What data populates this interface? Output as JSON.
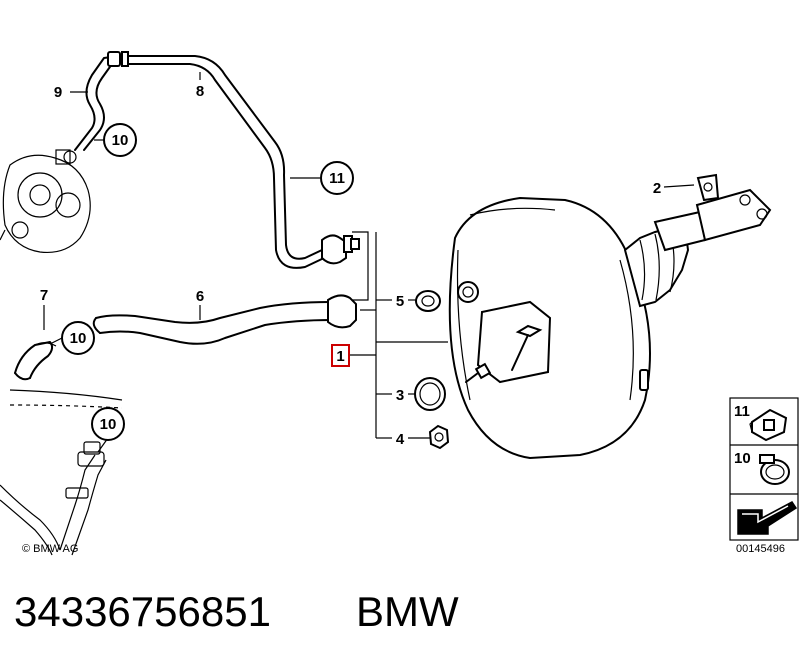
{
  "callouts": {
    "c1": "1",
    "c2": "2",
    "c3": "3",
    "c4": "4",
    "c5": "5",
    "c6": "6",
    "c7": "7",
    "c8": "8",
    "c9": "9",
    "c10a": "10",
    "c10b": "10",
    "c10c": "10",
    "c11": "11"
  },
  "legend": {
    "item1": "11",
    "item2": "10"
  },
  "copyright": "© BMW AG",
  "diagram_code": "00145496",
  "part_number": "34336756851",
  "brand": "BMW",
  "colors": {
    "highlight": "#cc0000",
    "ink": "#000000"
  }
}
